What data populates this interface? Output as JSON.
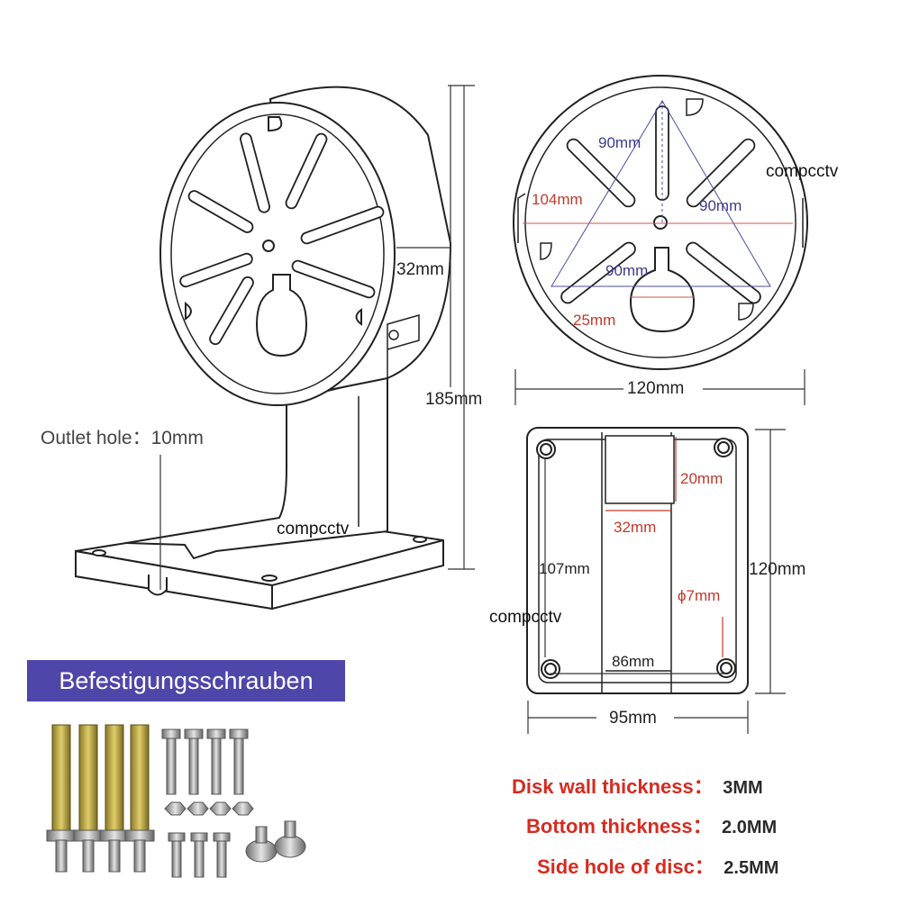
{
  "side_view": {
    "depth_label": "32mm",
    "height_label": "185mm",
    "outlet_label": "Outlet hole：10mm",
    "watermark": "compcctv"
  },
  "front_view": {
    "spacing_top_label": "90mm",
    "spacing_right_label": "90mm",
    "spacing_bottom_label": "90mm",
    "slot_span_label": "104mm",
    "center_hole_label": "25mm",
    "diameter_label": "120mm",
    "watermark": "compcctv"
  },
  "base_view": {
    "slot_height_label": "20mm",
    "slot_width_label": "32mm",
    "inner_height_label": "107mm",
    "outer_height_label": "120mm",
    "hole_label": "ϕ7mm",
    "hole_spacing_label": "86mm",
    "outer_width_label": "95mm",
    "watermark": "compcctv"
  },
  "accessories": {
    "banner": "Befestigungsschrauben"
  },
  "specs": [
    {
      "key": "Disk wall thickness：",
      "value": "3MM"
    },
    {
      "key": "Bottom thickness：",
      "value": "2.0MM"
    },
    {
      "key": "Side hole of disc：",
      "value": "2.5MM"
    }
  ]
}
